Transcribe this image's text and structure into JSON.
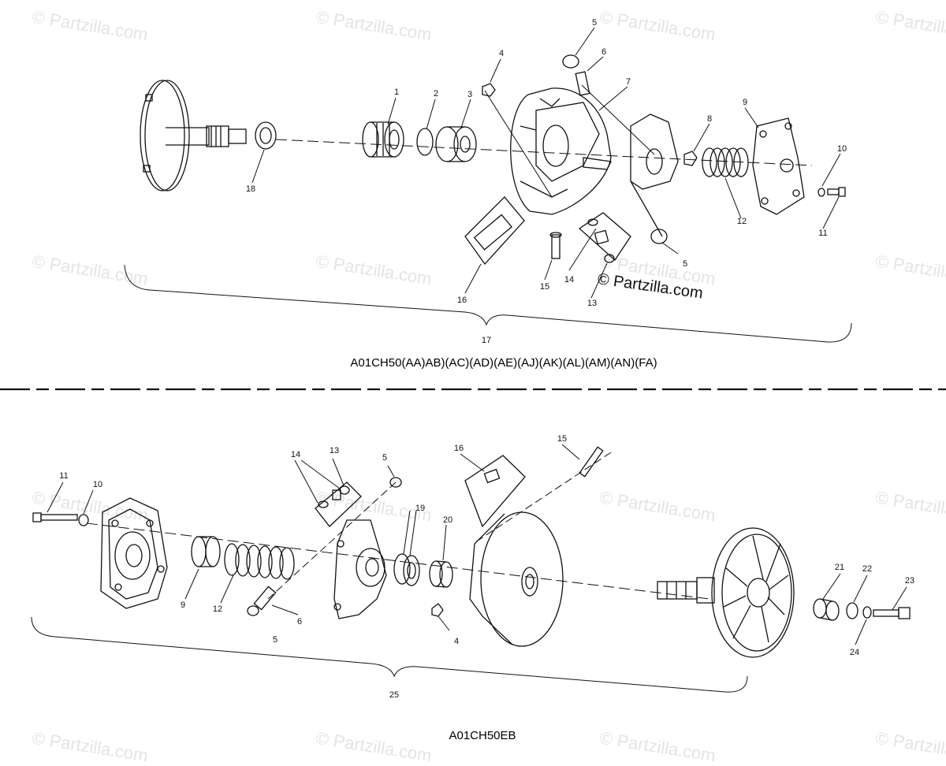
{
  "watermark_text": "© Partzilla.com",
  "brand_overlay": "© Partzilla.com",
  "diagrams": [
    {
      "model_label": "A01CH50(AA)AB)(AC)(AD)(AE)(AJ)(AK)(AL)(AM)(AN)(FA)",
      "assembly_number": "17",
      "callouts": [
        "1",
        "2",
        "3",
        "4",
        "5",
        "6",
        "7",
        "8",
        "9",
        "10",
        "11",
        "12",
        "5",
        "13",
        "14",
        "15",
        "16",
        "18"
      ]
    },
    {
      "model_label": "A01CH50EB",
      "assembly_number": "25",
      "callouts": [
        "11",
        "10",
        "9",
        "12",
        "5",
        "6",
        "14",
        "13",
        "5",
        "19",
        "20",
        "4",
        "16",
        "15",
        "21",
        "22",
        "23",
        "24"
      ]
    }
  ]
}
